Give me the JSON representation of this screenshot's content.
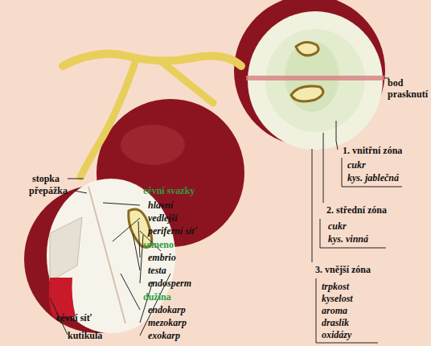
{
  "diagram": {
    "labels": [
      "bod prasknutí",
      "1. vnitřní zóna",
      "cukr",
      "kys. jablečná",
      "2. střední zóna",
      "cukr",
      "kys. vinná",
      "3. vnější zóna",
      "trpkost",
      "kyselost",
      "aroma",
      "draslík",
      "oxidázy",
      "stopka",
      "přepážka",
      "cévní svazky",
      "hlavní",
      "vedlejší",
      "periferní síť",
      "semeno",
      "embrio",
      "testa",
      "endosperm",
      "dužina",
      "endokarp",
      "mezokarp",
      "exokarp",
      "cévní síť",
      "kutikula"
    ]
  }
}
